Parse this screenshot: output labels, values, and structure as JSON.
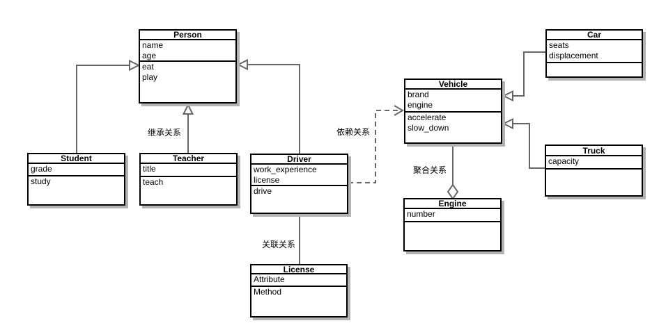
{
  "diagram": {
    "type": "uml-class-diagram",
    "classes": [
      {
        "name": "Person",
        "attributes": [
          "name",
          "age"
        ],
        "methods": [
          "eat",
          "play"
        ]
      },
      {
        "name": "Student",
        "attributes": [
          "grade"
        ],
        "methods": [
          "study"
        ]
      },
      {
        "name": "Teacher",
        "attributes": [
          "title"
        ],
        "methods": [
          "teach"
        ]
      },
      {
        "name": "Driver",
        "attributes": [
          "work_experience",
          "license"
        ],
        "methods": [
          "drive"
        ]
      },
      {
        "name": "License",
        "attributes": [
          "Attribute"
        ],
        "methods": [
          "Method"
        ]
      },
      {
        "name": "Vehicle",
        "attributes": [
          "brand",
          "engine"
        ],
        "methods": [
          "accelerate",
          "slow_down"
        ]
      },
      {
        "name": "Engine",
        "attributes": [
          "number"
        ],
        "methods": []
      },
      {
        "name": "Car",
        "attributes": [
          "seats",
          "displacement"
        ],
        "methods": []
      },
      {
        "name": "Truck",
        "attributes": [
          "capacity"
        ],
        "methods": []
      }
    ],
    "relationships": [
      {
        "from": "Student",
        "to": "Person",
        "type": "generalization"
      },
      {
        "from": "Teacher",
        "to": "Person",
        "type": "generalization",
        "label": "继承关系"
      },
      {
        "from": "Driver",
        "to": "Person",
        "type": "generalization"
      },
      {
        "from": "Driver",
        "to": "Vehicle",
        "type": "dependency",
        "label": "依赖关系"
      },
      {
        "from": "Driver",
        "to": "License",
        "type": "association",
        "label": "关联关系"
      },
      {
        "from": "Vehicle",
        "to": "Engine",
        "type": "aggregation",
        "label": "聚合关系"
      },
      {
        "from": "Car",
        "to": "Vehicle",
        "type": "generalization"
      },
      {
        "from": "Truck",
        "to": "Vehicle",
        "type": "generalization"
      }
    ],
    "edge_labels": {
      "inheritance": "继承关系",
      "dependency": "依赖关系",
      "association": "关联关系",
      "aggregation": "聚合关系"
    },
    "colors": {
      "background": "#ffffff",
      "class_border": "#000000",
      "class_fill": "#ffffff",
      "connector": "#666666",
      "shadow": "#b3b3b3",
      "text": "#000000"
    }
  }
}
